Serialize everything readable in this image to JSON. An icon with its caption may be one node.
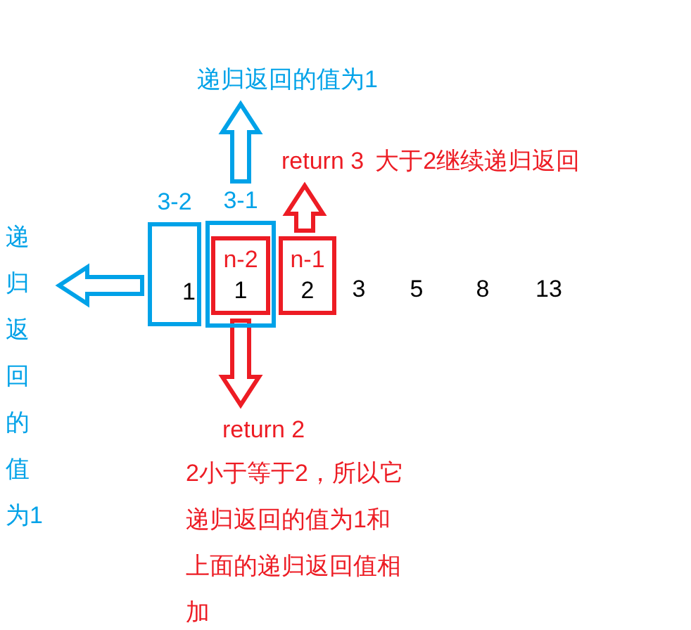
{
  "diagram": {
    "nodes": [
      {
        "text": [
          "3-2",
          "1"
        ]
      },
      {
        "text": [
          "3-1"
        ]
      },
      {
        "text": [
          "n-2",
          "1"
        ],
        "in": 1
      },
      {
        "text": [
          "n-1",
          "2"
        ]
      },
      {
        "text": [
          "递归返回的值为1"
        ]
      },
      {
        "text": [
          "return 3",
          "大于2继续递归返回"
        ]
      },
      {
        "text": [
          "递归返回的值为1"
        ]
      },
      {
        "text": [
          "return 2",
          "2小于等于2，所以它递归返回的值为1和上面的递归返回值相加"
        ]
      }
    ],
    "edges": [
      {
        "from": 1,
        "to": 4,
        "arrow": "to",
        "color": "#00a2e8"
      },
      {
        "from": 3,
        "to": 5,
        "arrow": "to",
        "color": "#ed1c24"
      },
      {
        "from": 0,
        "to": 6,
        "arrow": "to",
        "color": "#00a2e8"
      },
      {
        "from": 2,
        "to": 7,
        "arrow": "to",
        "color": "#ed1c24"
      }
    ],
    "labels": [
      "3",
      "5",
      "8",
      "13"
    ]
  }
}
